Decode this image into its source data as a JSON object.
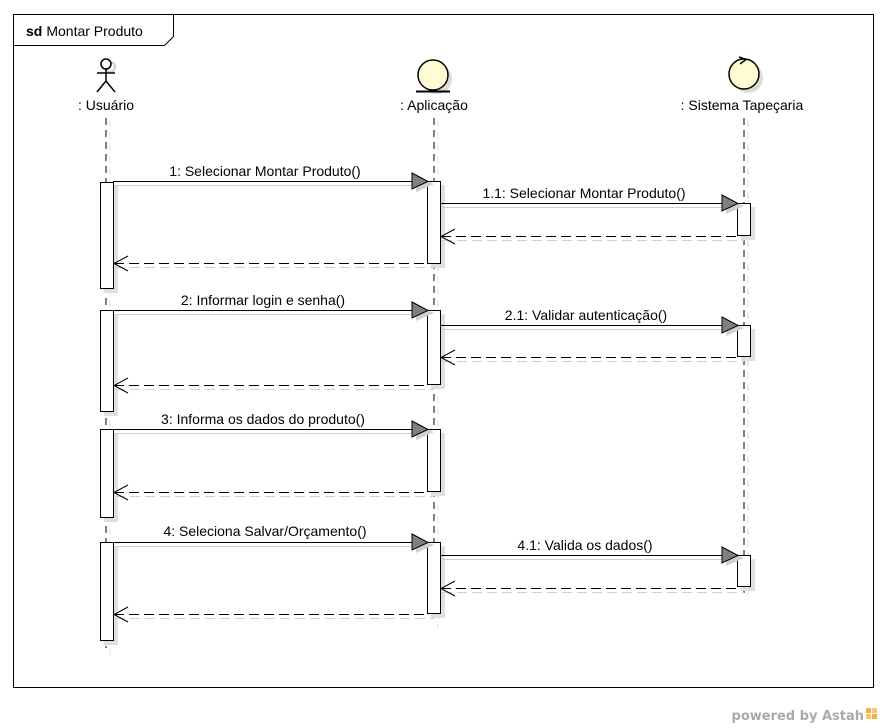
{
  "frame": {
    "keyword": "sd",
    "name": "Montar Produto"
  },
  "lifelines": [
    {
      "id": "usuario",
      "label": ": Usuário",
      "kind": "actor"
    },
    {
      "id": "aplicacao",
      "label": ": Aplicação",
      "kind": "boundary"
    },
    {
      "id": "sistema",
      "label": ": Sistema Tapeçaria",
      "kind": "control"
    }
  ],
  "messages": [
    {
      "label": "1: Selecionar Montar Produto()"
    },
    {
      "label": "1.1: Selecionar Montar Produto()"
    },
    {
      "label": "2: Informar login e senha()"
    },
    {
      "label": "2.1: Validar autenticação()"
    },
    {
      "label": "3: Informa os dados do produto()"
    },
    {
      "label": "4: Seleciona Salvar/Orçamento()"
    },
    {
      "label": "4.1: Valida os dados()"
    }
  ],
  "watermark": {
    "text": "powered by Astah"
  }
}
